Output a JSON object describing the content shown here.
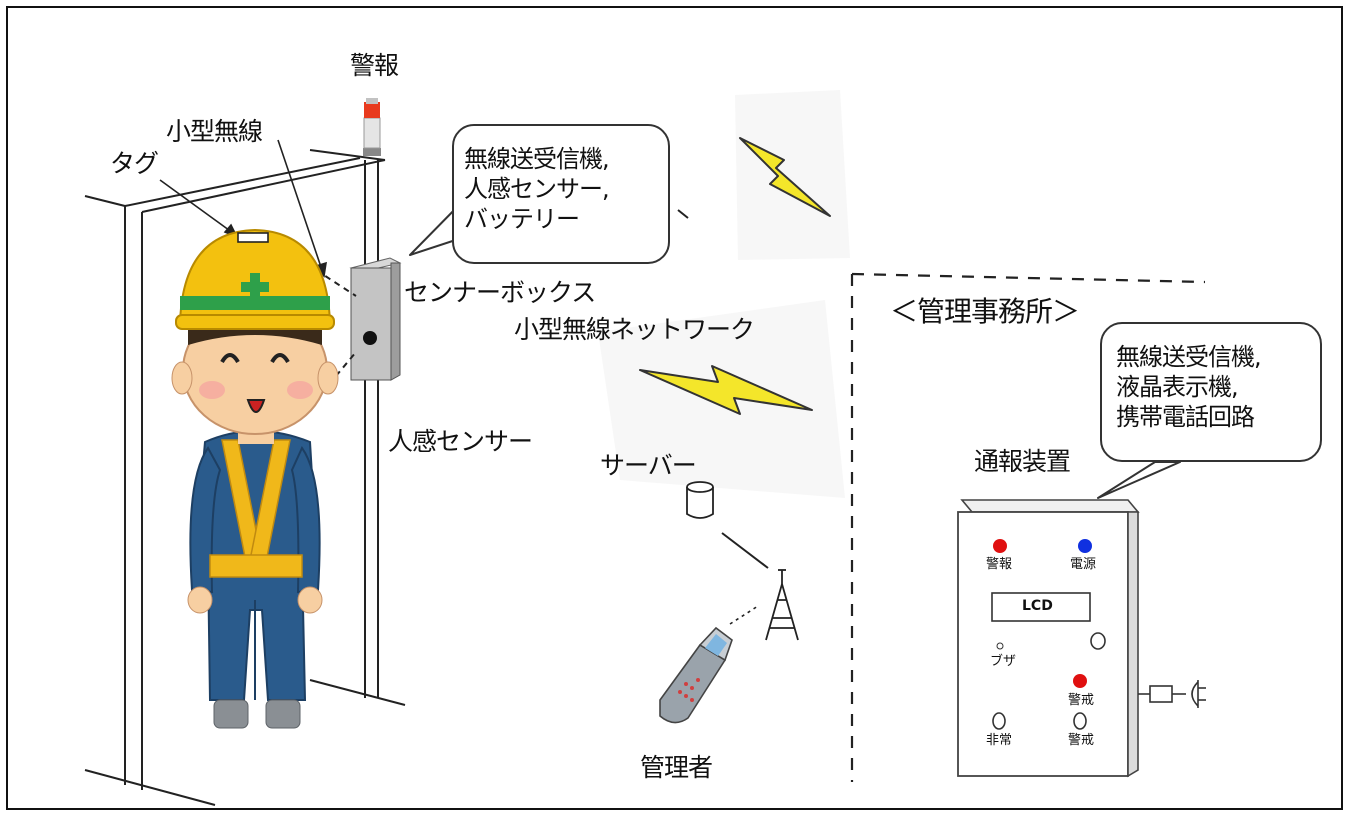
{
  "labels": {
    "alarm": "警報",
    "small_radio": "小型無線",
    "tag": "タグ",
    "sensor_box": "センナーボックス",
    "network": "小型無線ネットワーク",
    "human_sensor": "人感センサー",
    "server": "サーバー",
    "manager": "管理者",
    "office": "＜管理事務所＞",
    "notify_device": "通報装置"
  },
  "bubble_sensor": [
    "無線送受信機,",
    "人感センサー,",
    "バッテリー"
  ],
  "bubble_office": [
    "無線送受信機,",
    "液晶表示機,",
    "携帯電話回路"
  ],
  "device": {
    "led_alarm": "警報",
    "led_power": "電源",
    "lcd": "LCD",
    "buzzer": "ブザ",
    "btn_alert1": "警戒",
    "btn_emergency": "非常",
    "btn_alert2": "警戒"
  },
  "colors": {
    "helmet": "#f3c10f",
    "cross": "#2ea04a",
    "vest": "#f0b81a",
    "uniform": "#2a5b8c",
    "lightning": "#f4e62a",
    "led_red": "#e01010",
    "led_blue": "#1030e0",
    "beacon": "#e83a1e"
  }
}
